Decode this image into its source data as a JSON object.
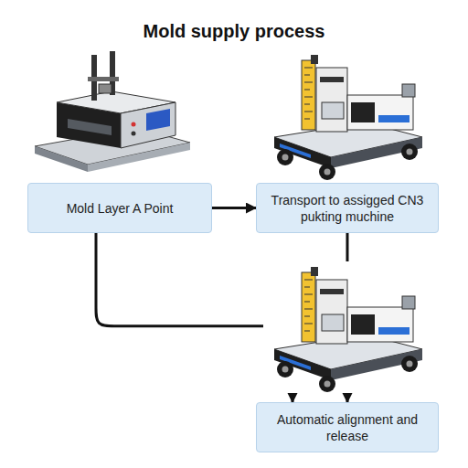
{
  "diagram": {
    "title": "Mold supply process",
    "nodes": [
      {
        "text": [
          "Mold Layer A Point"
        ]
      },
      {
        "text": [
          "Transport to assigged CN3 pukting muchine"
        ]
      },
      {
        "text": [
          "Automatic alignment and release"
        ]
      }
    ],
    "edges": [
      {
        "from": 0,
        "to": 1,
        "arrow": "to"
      },
      {
        "from": 1,
        "to": 2,
        "arrow": "to"
      },
      {
        "from": 0,
        "to": 2,
        "arrow": "to"
      }
    ]
  }
}
